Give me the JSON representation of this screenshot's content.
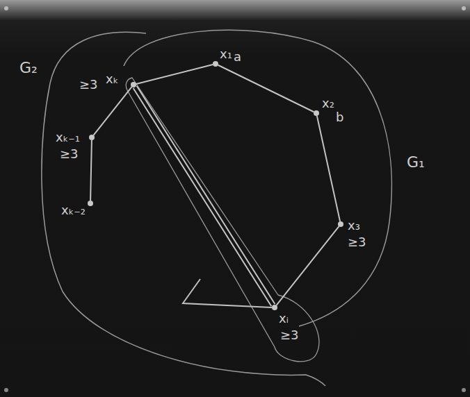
{
  "diagram": {
    "nodes": [
      {
        "text": [
          "x₁",
          "a"
        ]
      },
      {
        "text": [
          "x₂",
          "b"
        ]
      },
      {
        "text": [
          "x₃",
          "≥3"
        ]
      },
      {
        "text": [
          "xᵢ",
          "≥3"
        ]
      },
      {
        "text": [
          "≥3",
          "xₖ"
        ]
      },
      {
        "text": [
          "xₖ₋₁",
          "≥3"
        ]
      },
      {
        "text": [
          "xₖ₋₂"
        ]
      }
    ],
    "edges": [
      {
        "from": 0,
        "to": 1,
        "arrow": "none"
      },
      {
        "from": 1,
        "to": 2,
        "arrow": "none"
      },
      {
        "from": 2,
        "to": 3,
        "arrow": "none"
      },
      {
        "from": 3,
        "to": 4,
        "arrow": "none"
      },
      {
        "from": 4,
        "to": 0,
        "arrow": "none"
      },
      {
        "from": 4,
        "to": 5,
        "arrow": "none"
      },
      {
        "from": 5,
        "to": 6,
        "arrow": "none"
      }
    ],
    "labels": [
      "G₂",
      "G₁"
    ]
  }
}
